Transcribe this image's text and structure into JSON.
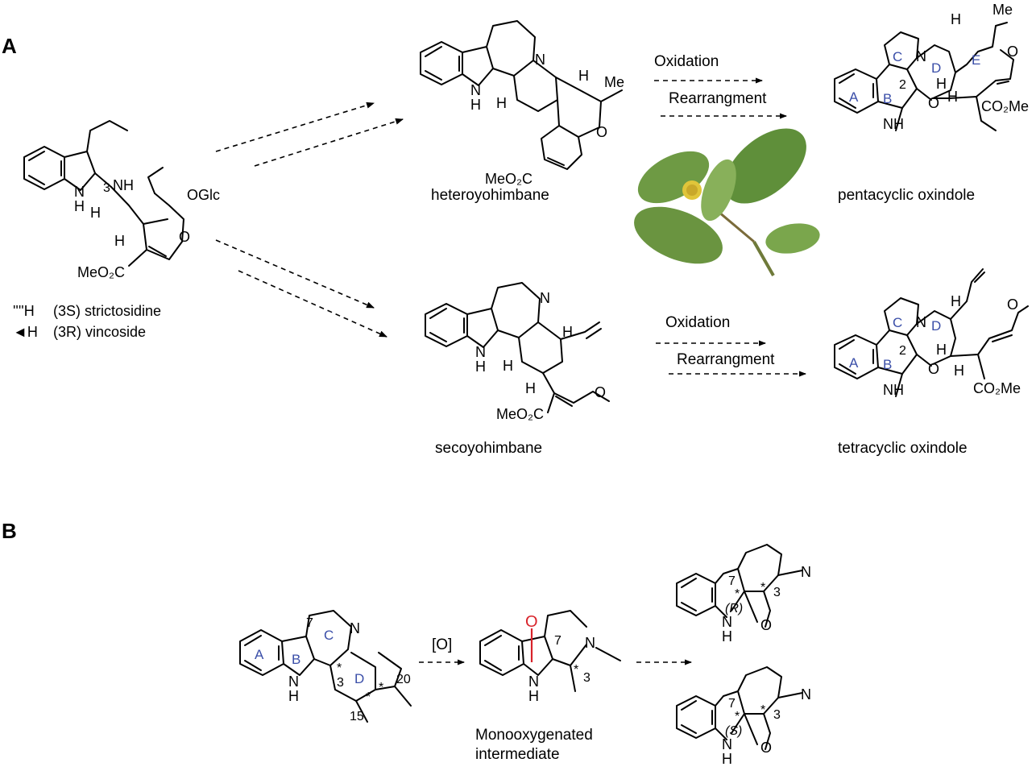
{
  "panels": {
    "a": {
      "label": "A"
    },
    "b": {
      "label": "B"
    }
  },
  "structures": {
    "strictosidine": {
      "atoms": {
        "nh": "NH",
        "nh_indole": "N",
        "h_indole": "H",
        "oglc": "OGlc",
        "o_ring": "O",
        "meo2c": "MeO₂C",
        "h3": "H",
        "h15": "H",
        "c3": "3"
      },
      "legend": {
        "strictosidine_mark": "''''H",
        "strictosidine": "(3S) strictosidine",
        "vincoside_mark": "◄H",
        "vincoside": "(3R) vincoside"
      }
    },
    "heteroyohimbane": {
      "caption": "heteroyohimbane",
      "atoms": {
        "n": "N",
        "nh": "N",
        "h_nh": "H",
        "h3": "H",
        "h20": "H",
        "me": "Me",
        "o": "O",
        "meo2c": "MeO₂C"
      }
    },
    "secoyohimbane": {
      "caption": "secoyohimbane",
      "atoms": {
        "n": "N",
        "nh": "N",
        "h_nh": "H",
        "h3": "H",
        "h20": "H",
        "h15": "H",
        "meo2c": "MeO₂C",
        "o": "O"
      }
    },
    "pentacyclic": {
      "caption": "pentacyclic oxindole",
      "atoms": {
        "n": "N",
        "h_top": "H",
        "me": "Me",
        "o_ring": "O",
        "h3": "H",
        "c2": "2",
        "o_carbonyl": "O",
        "h15": "H",
        "co2me": "CO₂Me",
        "nh": "NH"
      },
      "rings": {
        "a": "A",
        "b": "B",
        "c": "C",
        "d": "D",
        "e": "E"
      }
    },
    "tetracyclic": {
      "caption": "tetracyclic oxindole",
      "atoms": {
        "n": "N",
        "h_top": "H",
        "o": "O",
        "h3": "H",
        "c2": "2",
        "o_carbonyl": "O",
        "h15": "H",
        "co2me": "CO₂Me",
        "nh": "NH"
      },
      "rings": {
        "a": "A",
        "b": "B",
        "c": "C",
        "d": "D"
      }
    },
    "panel_b_start": {
      "atoms": {
        "n": "N",
        "nh": "N",
        "h": "H"
      },
      "rings": {
        "a": "A",
        "b": "B",
        "c": "C",
        "d": "D"
      },
      "numbers": {
        "c7": "7",
        "c3": "3",
        "c20": "20",
        "c15": "15"
      },
      "stars": {
        "s3": "*",
        "s15": "*",
        "s20": "*"
      }
    },
    "monooxygenated": {
      "caption_line1": "Monooxygenated",
      "caption_line2": "intermediate",
      "atoms": {
        "o": "O",
        "n": "N",
        "nh": "N",
        "h": "H"
      },
      "numbers": {
        "c7": "7",
        "c3": "3"
      },
      "stars": {
        "s3": "*"
      }
    },
    "spiro_r": {
      "atoms": {
        "n": "N",
        "nh": "N",
        "h": "H",
        "o": "O"
      },
      "numbers": {
        "c7": "7",
        "c3": "3"
      },
      "stars": {
        "s7": "*",
        "s3": "*"
      },
      "stereo": "(R)"
    },
    "spiro_s": {
      "atoms": {
        "n": "N",
        "nh": "N",
        "h": "H",
        "o": "O"
      },
      "numbers": {
        "c7": "7",
        "c3": "3"
      },
      "stars": {
        "s7": "*",
        "s3": "*"
      },
      "stereo": "(S)"
    }
  },
  "reactions": {
    "top": {
      "line1": "Oxidation",
      "line2": "Rearrangment"
    },
    "bottom": {
      "line1": "Oxidation",
      "line2": "Rearrangment"
    },
    "oxidant": "[O]"
  },
  "colors": {
    "ring_label": "#3a4ea8",
    "oxygen_highlight": "#d8232a",
    "leaf": "#5f8f3a",
    "flower": "#e0c53a"
  },
  "icons": {
    "plant": "kratom-leaf-illustration"
  }
}
